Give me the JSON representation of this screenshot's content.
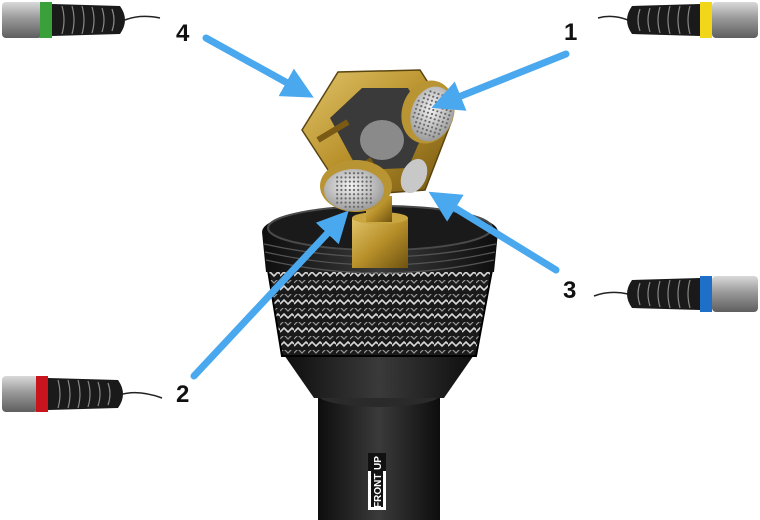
{
  "capsules": [
    {
      "number": "1",
      "color": "#f2d61a"
    },
    {
      "number": "2",
      "color": "#c8141c"
    },
    {
      "number": "3",
      "color": "#1e6fc8"
    },
    {
      "number": "4",
      "color": "#3aa13a"
    }
  ],
  "mount_labels": {
    "front": "FRONT",
    "up": "UP"
  },
  "arrow_color": "#4aa8ee"
}
